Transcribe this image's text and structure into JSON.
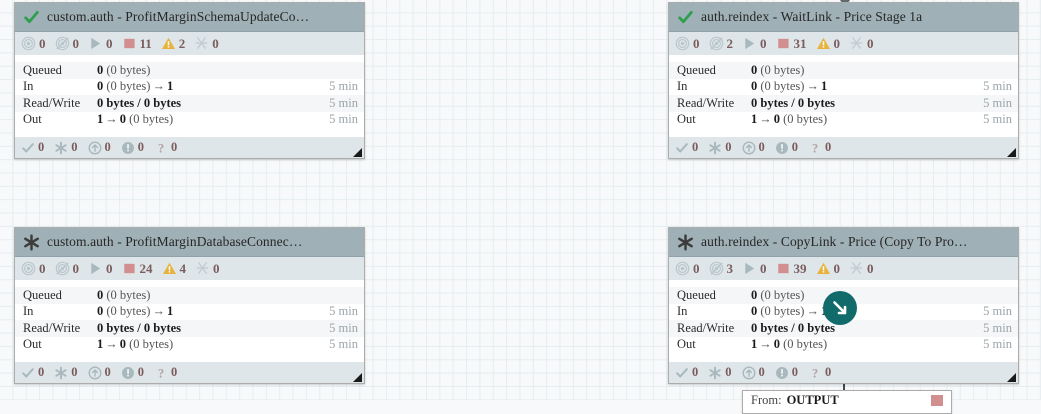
{
  "canvas": {
    "background_color": "#f7f9fa",
    "grid_color": "#e6edf0"
  },
  "theme": {
    "header_bg": "#9fb0b6",
    "status_bg": "#dfe6e9",
    "stopped_color": "#d18f8f",
    "warning_color": "#e8b33c",
    "running_color": "#8fa3a8",
    "valid_color": "#34a853",
    "cursor_color": "#126b6b",
    "time_color": "#9aa4a9"
  },
  "row_labels": {
    "queued": "Queued",
    "in": "In",
    "read_write": "Read/Write",
    "out": "Out"
  },
  "processors": [
    {
      "id": "custom-auth-profitmargin-schema-update",
      "header_icon": "check-icon",
      "title": "custom.auth - ProfitMarginSchemaUpdateCo…",
      "status": [
        {
          "icon": "transmitting-icon",
          "value": "0"
        },
        {
          "icon": "not-transmitting-icon",
          "value": "0"
        },
        {
          "icon": "running-icon",
          "value": "0"
        },
        {
          "icon": "stopped-icon",
          "value": "11"
        },
        {
          "icon": "invalid-warning-icon",
          "value": "2"
        },
        {
          "icon": "disabled-icon",
          "value": "0"
        }
      ],
      "rows": {
        "queued": {
          "count": "0",
          "bytes": "(0 bytes)",
          "time": ""
        },
        "in": {
          "count": "0",
          "bytes": "(0 bytes)",
          "to": "1",
          "time": "5 min"
        },
        "read_write": {
          "read": "0 bytes",
          "write": "0 bytes",
          "time": "5 min"
        },
        "out": {
          "from": "1",
          "to": "0",
          "bytes": "(0 bytes)",
          "time": "5 min"
        }
      },
      "footer": [
        {
          "icon": "check-small-icon",
          "value": "0"
        },
        {
          "icon": "asterisk-icon",
          "value": "0"
        },
        {
          "icon": "up-arrow-circle-icon",
          "value": "0"
        },
        {
          "icon": "info-circle-icon",
          "value": "0"
        },
        {
          "icon": "question-icon",
          "value": "0"
        }
      ]
    },
    {
      "id": "auth-reindex-waitlink-price-stage-1a",
      "header_icon": "check-icon",
      "title": "auth.reindex - WaitLink - Price Stage 1a",
      "status": [
        {
          "icon": "transmitting-icon",
          "value": "0"
        },
        {
          "icon": "not-transmitting-icon",
          "value": "2"
        },
        {
          "icon": "running-icon",
          "value": "0"
        },
        {
          "icon": "stopped-icon",
          "value": "31"
        },
        {
          "icon": "invalid-warning-icon",
          "value": "0"
        },
        {
          "icon": "disabled-icon",
          "value": "0"
        }
      ],
      "rows": {
        "queued": {
          "count": "0",
          "bytes": "(0 bytes)",
          "time": ""
        },
        "in": {
          "count": "0",
          "bytes": "(0 bytes)",
          "to": "1",
          "time": "5 min"
        },
        "read_write": {
          "read": "0 bytes",
          "write": "0 bytes",
          "time": "5 min"
        },
        "out": {
          "from": "1",
          "to": "0",
          "bytes": "(0 bytes)",
          "time": "5 min"
        }
      },
      "footer": [
        {
          "icon": "check-small-icon",
          "value": "0"
        },
        {
          "icon": "asterisk-icon",
          "value": "0"
        },
        {
          "icon": "up-arrow-circle-icon",
          "value": "0"
        },
        {
          "icon": "info-circle-icon",
          "value": "0"
        },
        {
          "icon": "question-icon",
          "value": "0"
        }
      ]
    },
    {
      "id": "custom-auth-profitmargin-database-connec",
      "header_icon": "asterisk-header-icon",
      "title": "custom.auth - ProfitMarginDatabaseConnec…",
      "status": [
        {
          "icon": "transmitting-icon",
          "value": "0"
        },
        {
          "icon": "not-transmitting-icon",
          "value": "0"
        },
        {
          "icon": "running-icon",
          "value": "0"
        },
        {
          "icon": "stopped-icon",
          "value": "24"
        },
        {
          "icon": "invalid-warning-icon",
          "value": "4"
        },
        {
          "icon": "disabled-icon",
          "value": "0"
        }
      ],
      "rows": {
        "queued": {
          "count": "0",
          "bytes": "(0 bytes)",
          "time": ""
        },
        "in": {
          "count": "0",
          "bytes": "(0 bytes)",
          "to": "1",
          "time": "5 min"
        },
        "read_write": {
          "read": "0 bytes",
          "write": "0 bytes",
          "time": "5 min"
        },
        "out": {
          "from": "1",
          "to": "0",
          "bytes": "(0 bytes)",
          "time": "5 min"
        }
      },
      "footer": [
        {
          "icon": "check-small-icon",
          "value": "0"
        },
        {
          "icon": "asterisk-icon",
          "value": "0"
        },
        {
          "icon": "up-arrow-circle-icon",
          "value": "0"
        },
        {
          "icon": "info-circle-icon",
          "value": "0"
        },
        {
          "icon": "question-icon",
          "value": "0"
        }
      ]
    },
    {
      "id": "auth-reindex-copylink-price-copy-to-pro",
      "header_icon": "asterisk-header-icon",
      "title": "auth.reindex - CopyLink - Price (Copy To Pro…",
      "status": [
        {
          "icon": "transmitting-icon",
          "value": "0"
        },
        {
          "icon": "not-transmitting-icon",
          "value": "3"
        },
        {
          "icon": "running-icon",
          "value": "0"
        },
        {
          "icon": "stopped-icon",
          "value": "39"
        },
        {
          "icon": "invalid-warning-icon",
          "value": "0"
        },
        {
          "icon": "disabled-icon",
          "value": "0"
        }
      ],
      "rows": {
        "queued": {
          "count": "0",
          "bytes": "(0 bytes)",
          "time": ""
        },
        "in": {
          "count": "0",
          "bytes": "(0 bytes)",
          "to": "1",
          "time": "5 min"
        },
        "read_write": {
          "read": "0 bytes",
          "write": "0 bytes",
          "time": "5 min"
        },
        "out": {
          "from": "1",
          "to": "0",
          "bytes": "(0 bytes)",
          "time": "5 min"
        }
      },
      "footer": [
        {
          "icon": "check-small-icon",
          "value": "0"
        },
        {
          "icon": "asterisk-icon",
          "value": "0"
        },
        {
          "icon": "up-arrow-circle-icon",
          "value": "0"
        },
        {
          "icon": "info-circle-icon",
          "value": "0"
        },
        {
          "icon": "question-icon",
          "value": "0"
        }
      ]
    }
  ],
  "connection_box": {
    "from_label": "From:",
    "from_name": "OUTPUT"
  },
  "cursor": {
    "icon": "cursor-arrow-icon"
  }
}
